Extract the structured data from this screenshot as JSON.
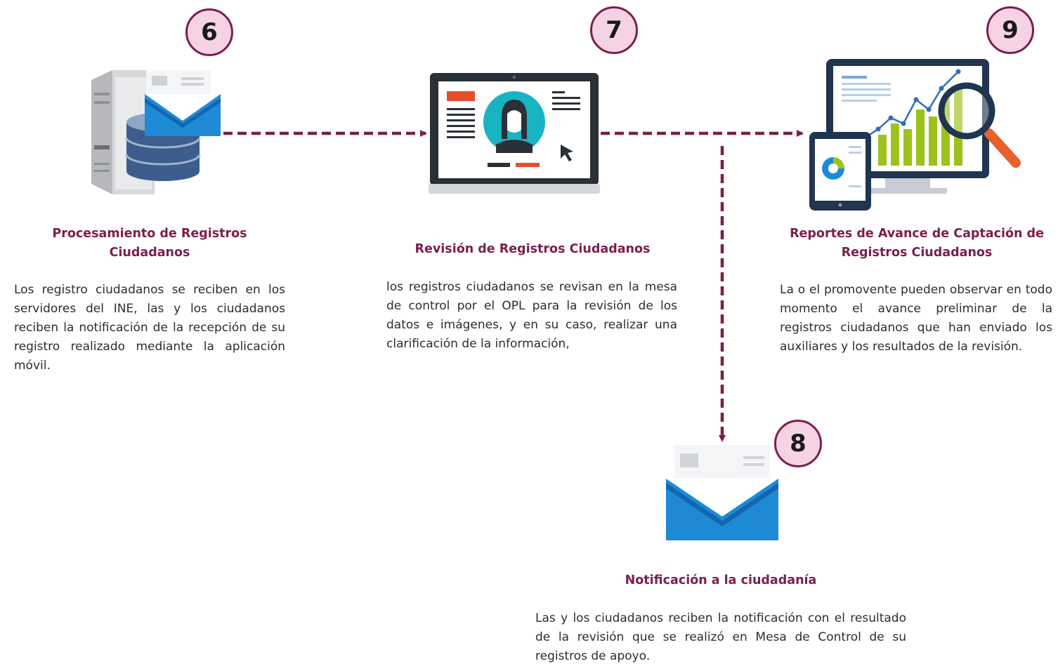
{
  "colors": {
    "accent": "#7a1f4c",
    "badge_fill": "#f5d3e4",
    "envelope_blue": "#1e8ad6",
    "chart_green": "#9cc21c",
    "teal": "#1ab3c2",
    "orange": "#e84c2b",
    "navy": "#1f3550"
  },
  "steps": [
    {
      "number": "6",
      "icon": "server-database-envelope-icon",
      "title": "Procesamiento de Registros Ciudadanos",
      "description": "Los registro ciudadanos se reciben en los servidores del INE, las y los ciudadanos reciben la notificación de la recepción de su registro realizado mediante la aplicación móvil."
    },
    {
      "number": "7",
      "icon": "monitor-profile-icon",
      "title": "Revisión de Registros Ciudadanos",
      "description": "los registros ciudadanos se revisan en la mesa de control por el OPL para la revisión de los datos e imágenes, y en su caso, realizar una clarificación de la información,"
    },
    {
      "number": "9",
      "icon": "report-chart-magnifier-icon",
      "title": "Reportes de Avance de Captación de Registros Ciudadanos",
      "description": "La o el promovente pueden observar en todo momento el avance preliminar de la registros ciudadanos que han enviado los auxiliares y los resultados de la revisión."
    },
    {
      "number": "8",
      "icon": "envelope-letter-icon",
      "title": "Notificación a la ciudadanía",
      "description": "Las y los ciudadanos reciben la notificación con el resultado de la revisión que se realizó en Mesa de Control de su registros de apoyo."
    }
  ]
}
